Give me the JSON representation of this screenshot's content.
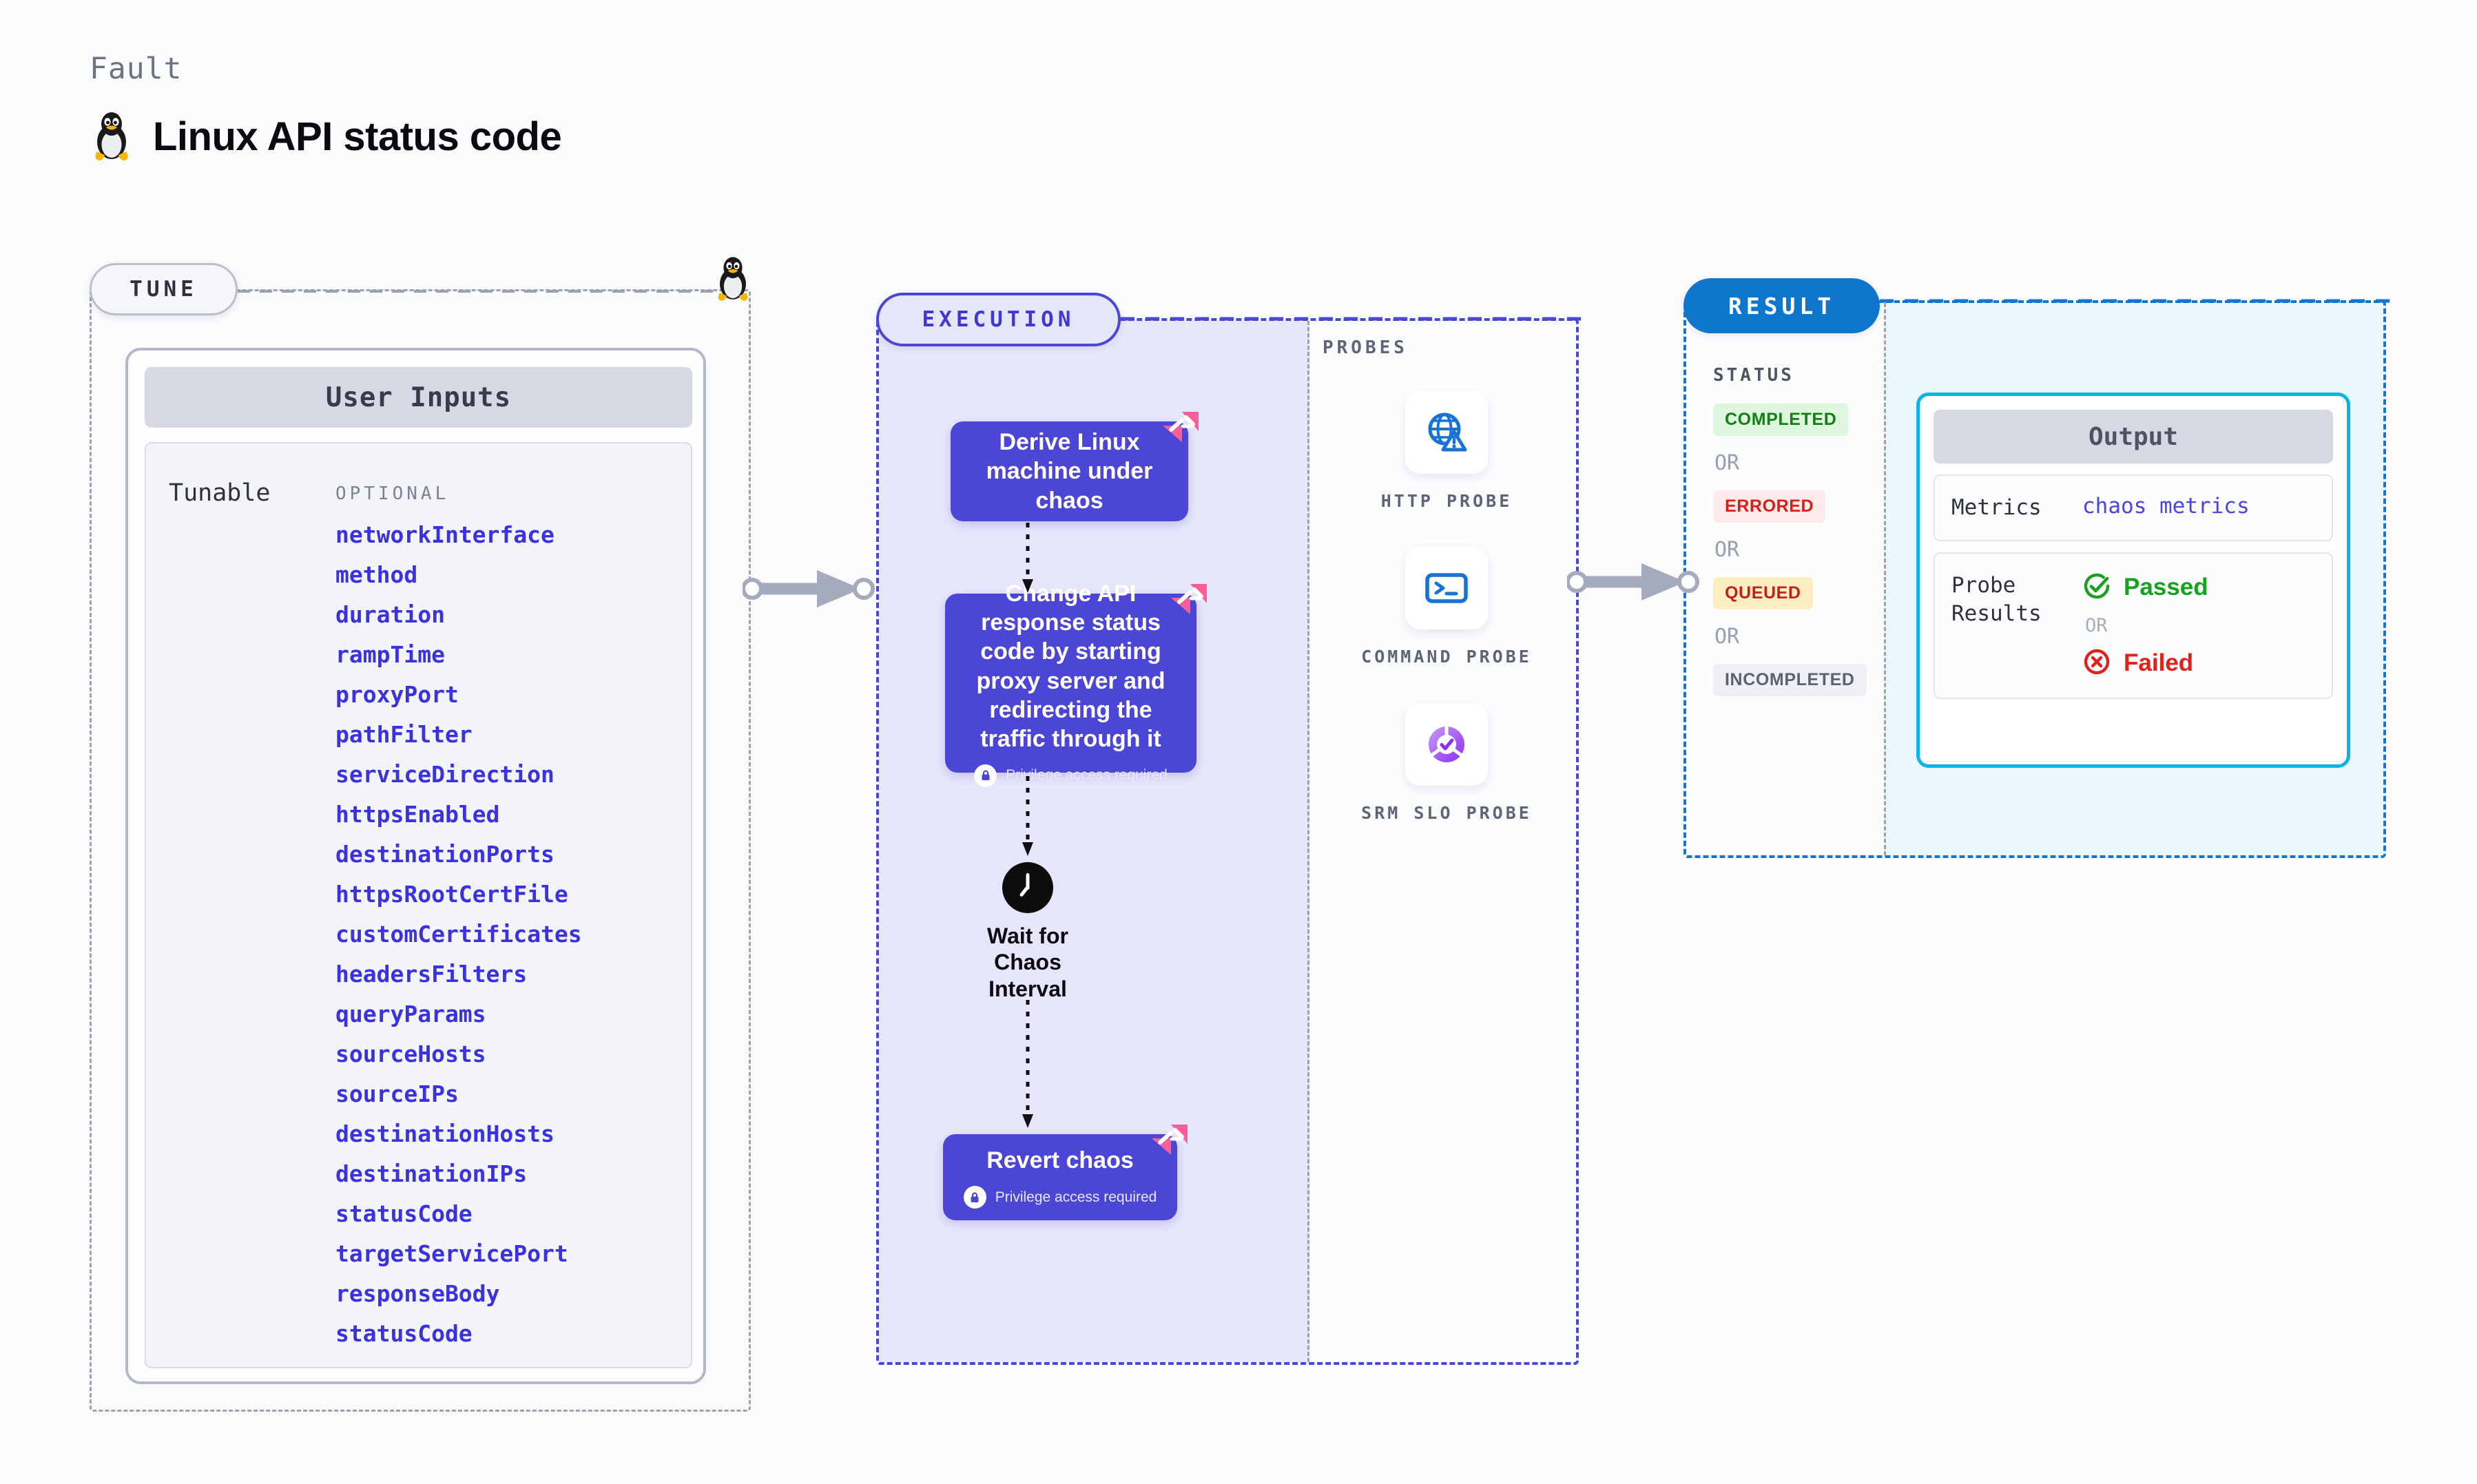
{
  "header": {
    "eyebrow": "Fault",
    "title": "Linux API status code",
    "os_icon": "linux-tux-icon"
  },
  "tune": {
    "badge": "TUNE",
    "os_icon": "linux-tux-icon",
    "card_title": "User Inputs",
    "group_label": "Tunable",
    "optional_label": "OPTIONAL",
    "parameters": [
      "networkInterface",
      "method",
      "duration",
      "rampTime",
      "proxyPort",
      "pathFilter",
      "serviceDirection",
      "httpsEnabled",
      "destinationPorts",
      "httpsRootCertFile",
      "customCertificates",
      "headersFilters",
      "queryParams",
      "sourceHosts",
      "sourceIPs",
      "destinationHosts",
      "destinationIPs",
      "statusCode",
      "targetServicePort",
      "responseBody",
      "statusCode"
    ]
  },
  "execution": {
    "badge": "EXECUTION",
    "nodes": [
      {
        "label": "Derive Linux machine under chaos",
        "privilege": null,
        "ribbon": "chaos-fault-ribbon-icon"
      },
      {
        "label": "Change API response status code by starting proxy server and redirecting the traffic through it",
        "privilege": "Privilege access required",
        "ribbon": "chaos-fault-ribbon-icon"
      }
    ],
    "wait": {
      "label": "Wait for Chaos Interval",
      "icon": "clock-icon"
    },
    "revert": {
      "label": "Revert chaos",
      "privilege": "Privilege access required",
      "ribbon": "chaos-fault-ribbon-icon"
    }
  },
  "probes": {
    "title": "PROBES",
    "items": [
      {
        "label": "HTTP PROBE",
        "icon": "globe-warning-icon"
      },
      {
        "label": "COMMAND PROBE",
        "icon": "terminal-icon"
      },
      {
        "label": "SRM SLO PROBE",
        "icon": "slo-donut-check-icon"
      }
    ]
  },
  "result": {
    "badge": "RESULT",
    "status_title": "STATUS",
    "or_label": "OR",
    "statuses": [
      {
        "label": "COMPLETED",
        "bg": "#ddf6dd",
        "fg": "#128012"
      },
      {
        "label": "ERRORED",
        "bg": "#fdeaea",
        "fg": "#d3201b"
      },
      {
        "label": "QUEUED",
        "bg": "#fdeec2",
        "fg": "#c2211b"
      },
      {
        "label": "INCOMPLETED",
        "bg": "#eef0f5",
        "fg": "#5c6271"
      }
    ],
    "output": {
      "title": "Output",
      "metrics_key": "Metrics",
      "metrics_value": "chaos metrics",
      "probe_results_key": "Probe Results",
      "passed_label": "Passed",
      "failed_label": "Failed",
      "or_label": "OR"
    }
  },
  "colors": {
    "indigo": "#4c46d6",
    "result_blue": "#1475d1",
    "cyan": "#0cb3e8",
    "param_blue": "#3a31e0",
    "ribbon_pink": "#fa5e98"
  }
}
